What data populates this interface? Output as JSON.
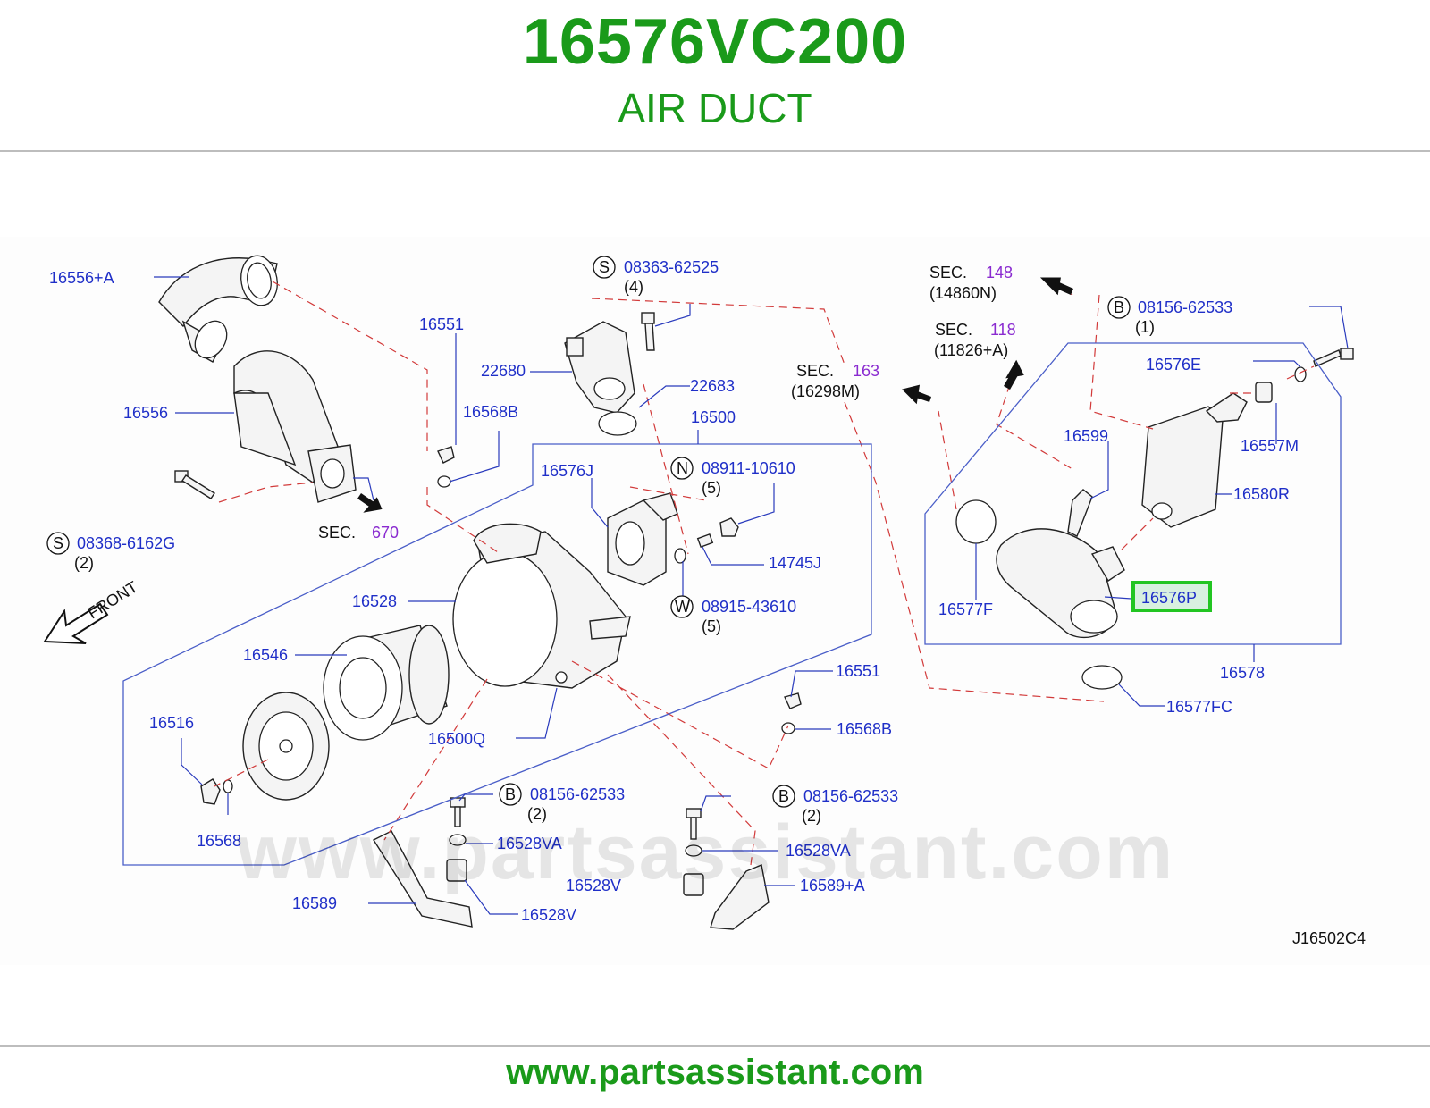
{
  "header": {
    "part_number": "16576VC200",
    "part_name": "AIR DUCT"
  },
  "footer": {
    "url": "www.partsassistant.com"
  },
  "watermark": "www.partsassistant.com",
  "diagram": {
    "code": "J16502C4",
    "front_label": "FRONT",
    "highlight_color": "#22c522",
    "labels": {
      "l16556A": "16556+A",
      "l16556": "16556",
      "l16551a": "16551",
      "l22680": "22680",
      "l22683": "22683",
      "l16568Ba": "16568B",
      "l16500": "16500",
      "l16576J": "16576J",
      "l14745J": "14745J",
      "l16528": "16528",
      "l16546": "16546",
      "l16516": "16516",
      "l16500Q": "16500Q",
      "l16568": "16568",
      "l16551b": "16551",
      "l16568Bb": "16568B",
      "l16528VAa": "16528VA",
      "l16528Va": "16528V",
      "l16589": "16589",
      "l16528VAb": "16528VA",
      "l16528Vb": "16528V",
      "l16589A": "16589+A",
      "l16576E": "16576E",
      "l16557M": "16557M",
      "l16599": "16599",
      "l16580R": "16580R",
      "l16576P": "16576P",
      "l16577F": "16577F",
      "l16578": "16578",
      "l16577FC": "16577FC"
    },
    "callouts": {
      "s1_letter": "S",
      "s1_num": "08363-62525",
      "s1_qty": "(4)",
      "s2_letter": "S",
      "s2_num": "08368-6162G",
      "s2_qty": "(2)",
      "n_letter": "N",
      "n_num": "08911-10610",
      "n_qty": "(5)",
      "w_letter": "W",
      "w_num": "08915-43610",
      "w_qty": "(5)",
      "b1_letter": "B",
      "b1_num": "08156-62533",
      "b1_qty": "(2)",
      "b2_letter": "B",
      "b2_num": "08156-62533",
      "b2_qty": "(2)",
      "b3_letter": "B",
      "b3_num": "08156-62533",
      "b3_qty": "(1)"
    },
    "sections": {
      "sec_word": "SEC.",
      "sec670": "670",
      "sec163": "163",
      "sec163_ref": "(16298M)",
      "sec148": "148",
      "sec148_ref": "(14860N)",
      "sec118": "118",
      "sec118_ref": "(11826+A)"
    }
  }
}
